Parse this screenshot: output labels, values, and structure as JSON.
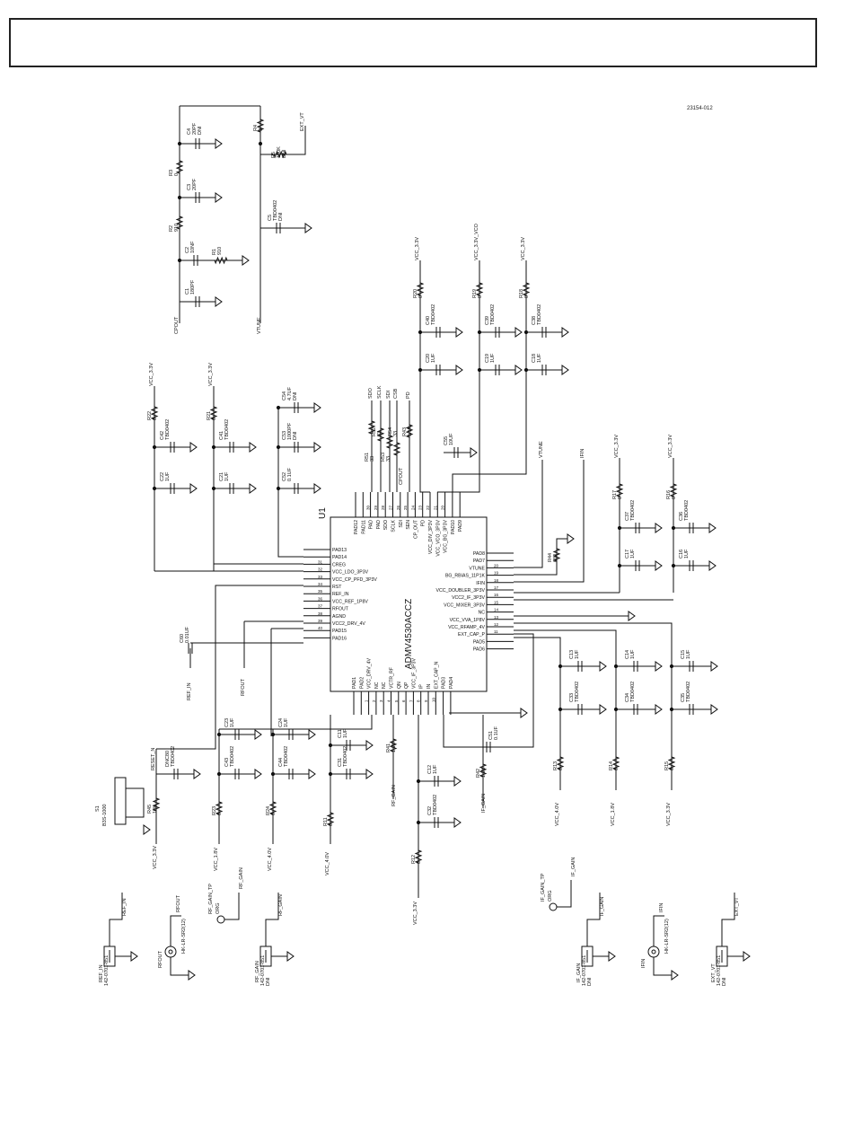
{
  "figure_id": "23154-012",
  "ic": {
    "ref": "U1",
    "part": "ADMV4530ACCZ",
    "left_pins": [
      [
        "PAD13",
        ""
      ],
      [
        "PAD14",
        ""
      ],
      [
        "CREG",
        "31"
      ],
      [
        "VCC_LDO_3P3V",
        "32"
      ],
      [
        "VCC_CP_PFD_3P3V",
        "33"
      ],
      [
        "RST",
        "34"
      ],
      [
        "REF_IN",
        "35"
      ],
      [
        "VCC_REF_1P8V",
        "36"
      ],
      [
        "RFOUT",
        "37"
      ],
      [
        "AGND",
        "38"
      ],
      [
        "VCC2_DRV_4V",
        "39"
      ],
      [
        "PAD15",
        "40"
      ],
      [
        "PAD16",
        ""
      ]
    ],
    "top_pins": [
      [
        "PAD12",
        ""
      ],
      [
        "PAD11",
        ""
      ],
      [
        "PAD",
        "30"
      ],
      [
        "PAD",
        "29"
      ],
      [
        "SDO",
        "28"
      ],
      [
        "SCLK",
        "27"
      ],
      [
        "SDI",
        "26"
      ],
      [
        "SEN",
        "25"
      ],
      [
        "CP_OUT",
        "24"
      ],
      [
        "PD",
        "23"
      ],
      [
        "VCC_DIV_3P3V",
        "22"
      ],
      [
        "VCC_VCO_3P3V",
        "21"
      ],
      [
        "VCC_BG_3P3V",
        "20"
      ],
      [
        "PAD10",
        ""
      ],
      [
        "PAD9",
        ""
      ]
    ],
    "right_pins": [
      [
        "PAD8",
        ""
      ],
      [
        "PAD7",
        ""
      ],
      [
        "VTUNE",
        "20"
      ],
      [
        "BG_RBIAS_11P1K",
        "19"
      ],
      [
        "IFIN",
        "18"
      ],
      [
        "VCC_DOUBLER_3P3V",
        "17"
      ],
      [
        "VCC2_IF_3P3V",
        "16"
      ],
      [
        "VCC_MIXER_3P3V",
        "15"
      ],
      [
        "NC",
        "14"
      ],
      [
        "VCC_VVA_1P8V",
        "13"
      ],
      [
        "VCC_RFAMP_4V",
        "12"
      ],
      [
        "EXT_CAP_P",
        "11"
      ],
      [
        "PAD5",
        ""
      ],
      [
        "PAD6",
        ""
      ]
    ],
    "bottom_pins": [
      [
        "PAD1",
        ""
      ],
      [
        "PAD2",
        ""
      ],
      [
        "VCC_DRV_4V",
        "1"
      ],
      [
        "NC",
        "2"
      ],
      [
        "NC",
        "3"
      ],
      [
        "VCTR_RF",
        "4"
      ],
      [
        "QN",
        "5"
      ],
      [
        "QP",
        "6"
      ],
      [
        "VCC_IF_3P3V",
        "7"
      ],
      [
        "IP",
        "8"
      ],
      [
        "IN",
        "9"
      ],
      [
        "EXT_CAP_N",
        "10"
      ],
      [
        "PAD3",
        ""
      ],
      [
        "PAD4",
        ""
      ]
    ]
  },
  "nets": {
    "vcc33": "VCC_3.3V",
    "vcc33vco": "VCC_3.3V_VCO",
    "vcc18": "VCC_1.8V",
    "vcc40": "VCC_4.0V",
    "agnd": "AGND",
    "cpout": "CPOUT",
    "vtune_net": "VTUNE",
    "ext_vt": "EXT_VT",
    "ifin": "IFIN",
    "reset_n": "RESET_N",
    "ref_in": "REF_IN",
    "rfout": "RFOUT",
    "rf_gain": "RF_GAIN",
    "if_gain": "IF_GAIN",
    "sdo": "SDO",
    "sclk": "SCLK",
    "sdi": "SDI",
    "csb": "CSB",
    "pd": "PD",
    "cp_out": "CPOUT"
  },
  "loop_filter": {
    "c1": {
      "ref": "C1",
      "val": "180PF"
    },
    "c2": {
      "ref": "C2",
      "val": "10NF"
    },
    "r1": {
      "ref": "R1",
      "val": "910"
    },
    "r2": {
      "ref": "R2",
      "val": "910"
    },
    "c3": {
      "ref": "C3",
      "val": "20PF"
    },
    "r3": {
      "ref": "R3",
      "val": "0"
    },
    "c4": {
      "ref": "C4",
      "val": "20PF",
      "note": "DNI"
    },
    "r4": {
      "ref": "R4",
      "val": "0"
    },
    "r5": {
      "ref": "R5",
      "val": "100K",
      "note": "DNI"
    },
    "c5": {
      "ref": "C5",
      "val": "TBD0402",
      "note": "DNI"
    }
  },
  "supply_top": {
    "r20": {
      "ref": "R20",
      "val": "0"
    },
    "c40": {
      "ref": "C40",
      "val": "TBD0402"
    },
    "c20": {
      "ref": "C20",
      "val": "1UF"
    },
    "r19": {
      "ref": "R19",
      "val": "0"
    },
    "c39": {
      "ref": "C39",
      "val": "TBD0402"
    },
    "c19": {
      "ref": "C19",
      "val": "1UF"
    },
    "r18": {
      "ref": "R18",
      "val": "0"
    },
    "c38": {
      "ref": "C38",
      "val": "TBD0402"
    },
    "c18": {
      "ref": "C18",
      "val": "1UF"
    }
  },
  "supply_left": {
    "r22": {
      "ref": "R22",
      "val": "0"
    },
    "c42": {
      "ref": "C42",
      "val": "TBD0402"
    },
    "c22": {
      "ref": "C22",
      "val": "1UF"
    },
    "r21": {
      "ref": "R21",
      "val": "0"
    },
    "c41": {
      "ref": "C41",
      "val": "TBD0402"
    },
    "c21": {
      "ref": "C21",
      "val": "1UF"
    },
    "c54": {
      "ref": "C54",
      "val": "4.7UF",
      "note": "DNI"
    },
    "c53": {
      "ref": "C53",
      "val": "1000PF",
      "note": "DNI"
    },
    "c52": {
      "ref": "C52",
      "val": "0.1UF"
    },
    "c60": {
      "ref": "C60",
      "val": "0.01UF"
    }
  },
  "spi": {
    "r51": {
      "ref": "R51",
      "val": "33"
    },
    "r52": {
      "ref": "R52",
      "val": "33"
    },
    "r53": {
      "ref": "R53",
      "val": "33"
    },
    "r54": {
      "ref": "R54",
      "val": "33"
    },
    "r43": {
      "ref": "R43",
      "val": "1.1K"
    },
    "c55": {
      "ref": "C55",
      "val": "10UF"
    },
    "r44": {
      "ref": "R44",
      "val": "680"
    }
  },
  "supply_right": {
    "r17": {
      "ref": "R17",
      "val": "0"
    },
    "c37": {
      "ref": "C37",
      "val": "TBD0402"
    },
    "c17": {
      "ref": "C17",
      "val": "1UF"
    },
    "r16": {
      "ref": "R16",
      "val": "0"
    },
    "c36": {
      "ref": "C36",
      "val": "TBD0402"
    },
    "c16": {
      "ref": "C16",
      "val": "1UF"
    },
    "c13": {
      "ref": "C13",
      "val": "1UF"
    },
    "c33": {
      "ref": "C33",
      "val": "TBD0402"
    },
    "r13": {
      "ref": "R13",
      "val": "0"
    },
    "c14": {
      "ref": "C14",
      "val": "1UF"
    },
    "c34": {
      "ref": "C34",
      "val": "TBD0402"
    },
    "r14": {
      "ref": "R14",
      "val": "0"
    },
    "c15": {
      "ref": "C15",
      "val": "1UF"
    },
    "c35": {
      "ref": "C35",
      "val": "TBD0402"
    },
    "r15": {
      "ref": "R15",
      "val": "0"
    }
  },
  "supply_bottom": {
    "c23": {
      "ref": "C23",
      "val": "1UF"
    },
    "c43": {
      "ref": "C43",
      "val": "TBD0402"
    },
    "r23": {
      "ref": "R23",
      "val": "0"
    },
    "c24": {
      "ref": "C24",
      "val": "1UF"
    },
    "c44": {
      "ref": "C44",
      "val": "TBD0402"
    },
    "r24": {
      "ref": "R24",
      "val": "0"
    },
    "c11": {
      "ref": "C11",
      "val": "1UF"
    },
    "c31": {
      "ref": "C31",
      "val": "TBD0402"
    },
    "r11": {
      "ref": "R11",
      "val": "0"
    },
    "r41": {
      "ref": "R41",
      "val": "1.1K"
    },
    "c12": {
      "ref": "C12",
      "val": "1UF"
    },
    "c32": {
      "ref": "C32",
      "val": "TBD0402"
    },
    "r12": {
      "ref": "R12",
      "val": "0"
    },
    "r42": {
      "ref": "R42",
      "val": "1.1K"
    },
    "c51": {
      "ref": "C51",
      "val": "0.1UF"
    }
  },
  "reset": {
    "s1": {
      "ref": "S1",
      "val": "B3S-1000"
    },
    "r45": {
      "ref": "R45",
      "val": "10K"
    },
    "c": {
      "ref": "DNC80",
      "val": "TBD0402"
    }
  },
  "connectors": {
    "ref_in": {
      "ref": "REF_IN",
      "part": "142-0701-851"
    },
    "rfout": {
      "ref": "RFOUT",
      "part": "HK-LR-SR2(12)"
    },
    "rf_gain_tp": {
      "ref": "RF_GAIN_TP",
      "part": "ORG"
    },
    "rf_gain": {
      "ref": "RF_GAIN",
      "part": "142-0701-851",
      "note": "DNI"
    },
    "if_gain_tp": {
      "ref": "IF_GAIN_TP",
      "part": "ORG"
    },
    "if_gain": {
      "ref": "IF_GAIN",
      "part": "142-0701-851",
      "note": "DNI"
    },
    "ifin": {
      "ref": "IFIN",
      "part": "HK-LR-SR2(12)"
    },
    "ext_vt": {
      "ref": "EXT_VT",
      "part": "142-0701-851",
      "note": "DNI"
    }
  }
}
